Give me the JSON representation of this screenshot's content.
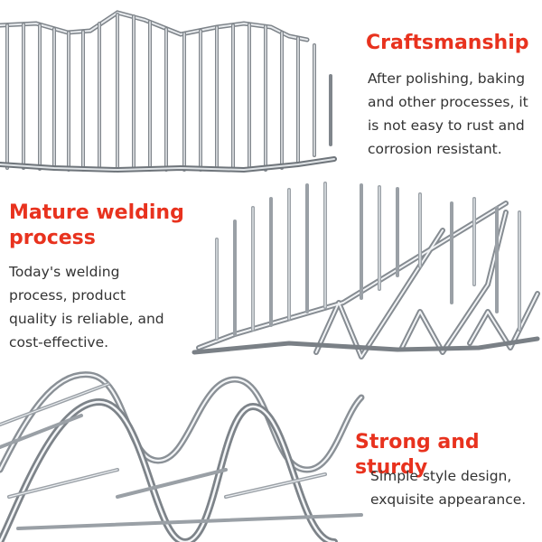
{
  "colors": {
    "heading": "#e8321e",
    "body": "#333333",
    "background": "#ffffff",
    "metal": "#9aa0a6"
  },
  "sections": [
    {
      "title": "Craftsmanship",
      "lines": [
        "After polishing, baking",
        "and other processes, it",
        "is not easy to rust and",
        "corrosion resistant."
      ]
    },
    {
      "title_lines": [
        "Mature welding",
        "process"
      ],
      "lines": [
        "Today's welding",
        "process, product",
        "quality is reliable, and",
        "cost-effective."
      ]
    },
    {
      "title": "Strong and sturdy",
      "lines": [
        "Simple style design,",
        "exquisite appearance."
      ]
    }
  ]
}
